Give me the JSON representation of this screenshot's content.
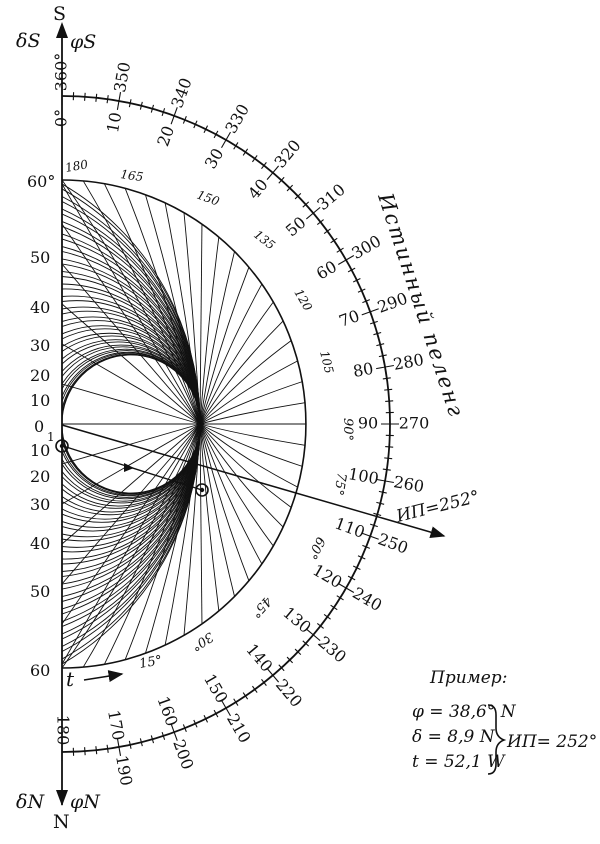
{
  "axis": {
    "top_letter": "S",
    "bottom_letter": "N",
    "delta_s": "δS",
    "phi_s": "φS",
    "delta_n": "δN",
    "phi_n": "φN"
  },
  "left_scale": [
    "60°",
    "50",
    "40",
    "30",
    "20",
    "10",
    "0",
    "10",
    "20",
    "30",
    "40",
    "50",
    "60"
  ],
  "hour_angle_labels": [
    "180",
    "165",
    "150",
    "135",
    "120",
    "105",
    "90°",
    "75°",
    "60°",
    "45°",
    "30°",
    "15°"
  ],
  "bearing_inner": [
    "0°",
    "10",
    "20",
    "30",
    "40",
    "50",
    "60",
    "70",
    "80",
    "90",
    "100",
    "110",
    "120",
    "130",
    "140",
    "150",
    "160",
    "170",
    "180"
  ],
  "bearing_outer": [
    "360°",
    "350",
    "340",
    "330",
    "320",
    "310",
    "300",
    "290",
    "280",
    "270",
    "260",
    "250",
    "240",
    "230",
    "220",
    "210",
    "200",
    "190"
  ],
  "scale_title": "Истинный пеленг",
  "t_label": "t",
  "point_label": "1",
  "bearing_result": "ИП=252°",
  "example": {
    "title": "Пример:",
    "line1": "φ = 38,6° N",
    "line2": "δ = 8,9   N",
    "line3": "t = 52,1  W",
    "result": "ИП= 252°"
  }
}
